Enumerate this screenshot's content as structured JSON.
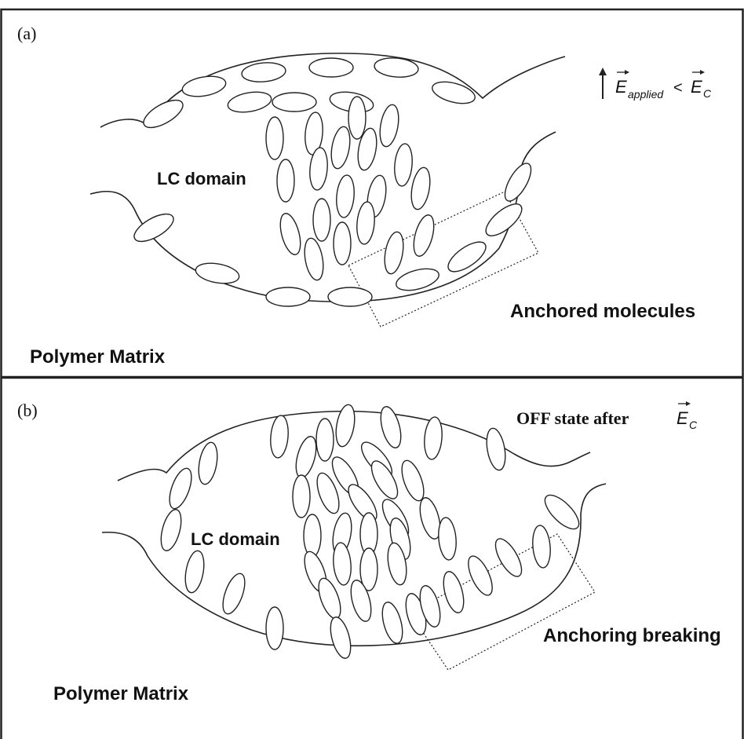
{
  "panel_a": {
    "tag": "(a)",
    "field_label": "< ",
    "field_sub": "applied",
    "field_e": "E",
    "field_c": "C",
    "domain_label": "LC domain",
    "box_label": "Anchored molecules",
    "matrix_label": "Polymer Matrix"
  },
  "panel_b": {
    "tag": "(b)",
    "state_label": "OFF state after ",
    "state_e": "E",
    "state_c": "C",
    "domain_label": "LC domain",
    "box_label": "Anchoring breaking",
    "matrix_label": "Polymer Matrix"
  }
}
